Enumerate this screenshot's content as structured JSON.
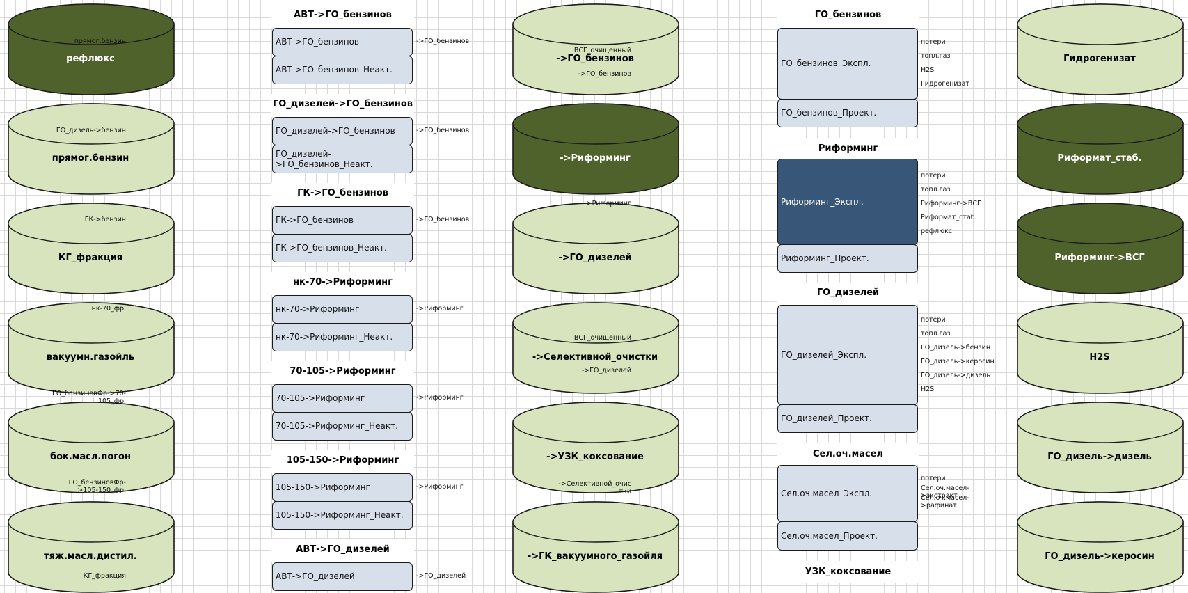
{
  "colors": {
    "tank_dark": "#4f622c",
    "tank_light": "#d7e4bd",
    "unit_box": "#d6dfea",
    "unit_box_active": "#385677",
    "outline": "#1a1a1a"
  },
  "tanks_left": [
    {
      "label": "рефлюкс",
      "style": "dark"
    },
    {
      "label": "прямог.бензин",
      "style": "light"
    },
    {
      "label": "КГ_фракция",
      "style": "light"
    },
    {
      "label": "вакуумн.газойль",
      "style": "light"
    },
    {
      "label": "бок.масл.погон",
      "style": "light"
    },
    {
      "label": "тяж.масл.дистил.",
      "style": "light"
    }
  ],
  "tanks_center": [
    {
      "label": "->ГО_бензинов",
      "style": "light"
    },
    {
      "label": "->Риформинг",
      "style": "dark"
    },
    {
      "label": "->ГО_дизелей",
      "style": "light"
    },
    {
      "label": "->Селективной_очистки",
      "style": "light"
    },
    {
      "label": "->УЗК_коксование",
      "style": "light"
    },
    {
      "label": "->ГК_вакуумного_газойля",
      "style": "light"
    }
  ],
  "tanks_right": [
    {
      "label": "Гидрогенизат",
      "style": "light"
    },
    {
      "label": "Риформат_стаб.",
      "style": "dark"
    },
    {
      "label": "Риформинг->ВСГ",
      "style": "dark"
    },
    {
      "label": "H2S",
      "style": "light"
    },
    {
      "label": "ГО_дизель->дизель",
      "style": "light"
    },
    {
      "label": "ГО_дизель->керосин",
      "style": "light"
    }
  ],
  "transfer_units": [
    {
      "title": "АВТ->ГО_бензинов",
      "modes": [
        "АВТ->ГО_бензинов",
        "АВТ->ГО_бензинов_Неакт."
      ],
      "inputs": [
        "прямог.бензин"
      ],
      "outputs": [
        "->ГО_бензинов"
      ]
    },
    {
      "title": "ГО_дизелей->ГО_бензинов",
      "modes": [
        "ГО_дизелей->ГО_бензинов",
        "ГО_дизелей->ГО_бензинов_Неакт."
      ],
      "inputs": [
        "ГО_дизель->бензин"
      ],
      "outputs": [
        "->ГО_бензинов"
      ]
    },
    {
      "title": "ГК->ГО_бензинов",
      "modes": [
        "ГК->ГО_бензинов",
        "ГК->ГО_бензинов_Неакт."
      ],
      "inputs": [
        "ГК->бензин"
      ],
      "outputs": [
        "->ГО_бензинов"
      ]
    },
    {
      "title": "нк-70->Риформинг",
      "modes": [
        "нк-70->Риформинг",
        "нк-70->Риформинг_Неакт."
      ],
      "inputs": [
        "нк-70_фр."
      ],
      "outputs": [
        "->Риформинг"
      ]
    },
    {
      "title": "70-105->Риформинг",
      "modes": [
        "70-105->Риформинг",
        "70-105->Риформинг_Неакт."
      ],
      "inputs": [
        "ГО_бензиновФр->70-105_фр."
      ],
      "outputs": [
        "->Риформинг"
      ]
    },
    {
      "title": "105-150->Риформинг",
      "modes": [
        "105-150->Риформинг",
        "105-150->Риформинг_Неакт."
      ],
      "inputs": [
        "ГО_бензиновФр->105-150_фр."
      ],
      "outputs": [
        "->Риформинг"
      ]
    },
    {
      "title": "АВТ->ГО_дизелей",
      "modes": [
        "АВТ->ГО_дизелей"
      ],
      "inputs": [
        "КГ_фракция"
      ],
      "outputs": [
        "->ГО_дизелей"
      ]
    }
  ],
  "process_units": [
    {
      "title": "ГО_бензинов",
      "modes": [
        "ГО_бензинов_Экспл.",
        "ГО_бензинов_Проект."
      ],
      "active_mode": -1,
      "inputs": [
        "ВСГ_очищенный",
        "->ГО_бензинов"
      ],
      "outputs": [
        "потери",
        "топл.газ",
        "H2S",
        "Гидрогенизат"
      ]
    },
    {
      "title": "Риформинг",
      "modes": [
        "Риформинг_Экспл.",
        "Риформинг_Проект."
      ],
      "active_mode": 0,
      "inputs": [
        "->Риформинг"
      ],
      "outputs": [
        "потери",
        "топл.газ",
        "Риформинг->ВСГ",
        "Риформат_стаб.",
        "рефлюкс"
      ]
    },
    {
      "title": "ГО_дизелей",
      "modes": [
        "ГО_дизелей_Экспл.",
        "ГО_дизелей_Проект."
      ],
      "active_mode": -1,
      "inputs": [
        "ВСГ_очищенный",
        "->ГО_дизелей"
      ],
      "outputs": [
        "потери",
        "топл.газ",
        "ГО_дизель->бензин",
        "ГО_дизель->керосин",
        "ГО_дизель->дизель",
        "H2S"
      ]
    },
    {
      "title": "Сел.оч.масел",
      "modes": [
        "Сел.оч.масел_Экспл.",
        "Сел.оч.масел_Проект."
      ],
      "active_mode": -1,
      "inputs": [
        "->Селективной_очистки"
      ],
      "outputs": [
        "потери",
        "Сел.оч.масел->экстракт",
        "Сел.оч.масел->рафинат"
      ]
    },
    {
      "title": "УЗК_коксование",
      "modes": [],
      "active_mode": -1,
      "inputs": [],
      "outputs": []
    }
  ]
}
